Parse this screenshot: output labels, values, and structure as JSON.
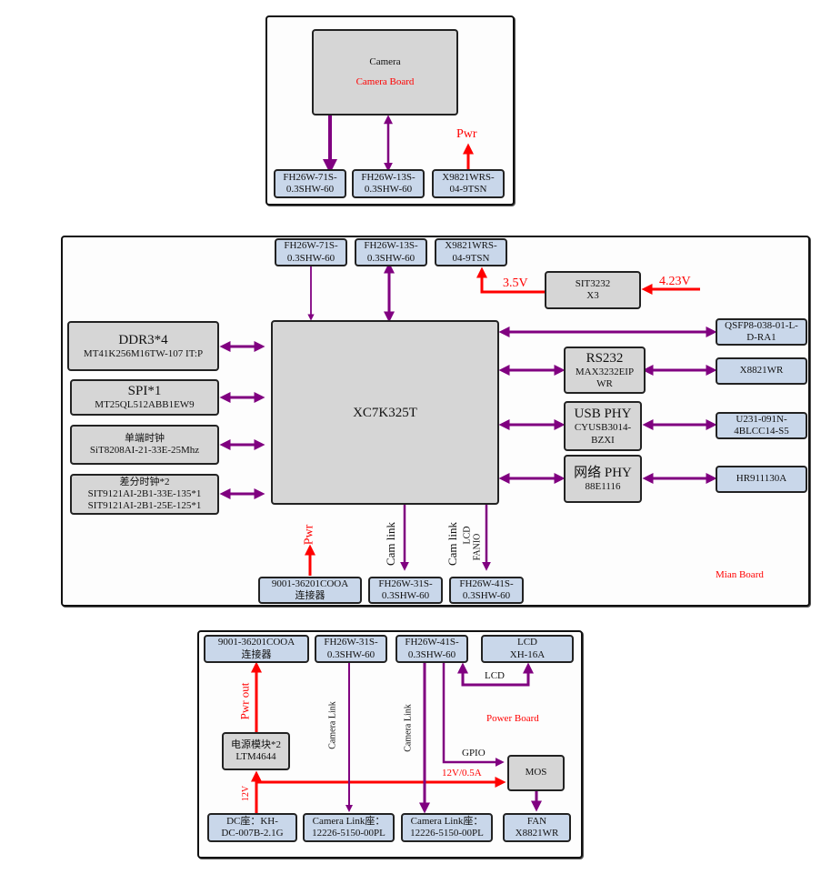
{
  "camera_board": {
    "title": "Camera",
    "board_label": "Camera Board",
    "connectors": [
      {
        "line1": "FH26W-71S-",
        "line2": "0.3SHW-60"
      },
      {
        "line1": "FH26W-13S-",
        "line2": "0.3SHW-60"
      },
      {
        "line1": "X9821WRS-",
        "line2": "04-9TSN"
      }
    ],
    "pwr_label": "Pwr"
  },
  "main_board": {
    "board_label": "Mian Board",
    "fpga": "XC7K325T",
    "top_connectors": [
      {
        "line1": "FH26W-71S-",
        "line2": "0.3SHW-60"
      },
      {
        "line1": "FH26W-13S-",
        "line2": "0.3SHW-60"
      },
      {
        "line1": "X9821WRS-",
        "line2": "04-9TSN"
      }
    ],
    "regulator": {
      "line1": "SIT3232",
      "line2": "X3"
    },
    "voltage_out": "3.5V",
    "voltage_in": "4.23V",
    "left_blocks": [
      {
        "title": "DDR3*4",
        "lines": [
          "MT41K256M16TW-107 IT:P"
        ]
      },
      {
        "title": "SPI*1",
        "lines": [
          "MT25QL512ABB1EW9"
        ]
      },
      {
        "title": "单端时钟",
        "lines": [
          "SiT8208AI-21-33E-25Mhz"
        ]
      },
      {
        "title": "差分时钟*2",
        "lines": [
          "SIT9121AI-2B1-33E-135*1",
          "SIT9121AI-2B1-25E-125*1"
        ]
      }
    ],
    "right_phys": [
      {
        "title": "RS232",
        "lines": [
          "MAX3232EIP",
          "WR"
        ]
      },
      {
        "title": "USB PHY",
        "lines": [
          "CYUSB3014-",
          "BZXI"
        ]
      },
      {
        "title": "网络 PHY",
        "lines": [
          "88E1116"
        ]
      }
    ],
    "right_connectors": [
      {
        "line1": "QSFP8-038-01-L-",
        "line2": "D-RA1"
      },
      {
        "line1": "X8821WR",
        "line2": ""
      },
      {
        "line1": "U231-091N-",
        "line2": "4BLCC14-S5"
      },
      {
        "line1": "HR911130A",
        "line2": ""
      }
    ],
    "bottom_connectors": [
      {
        "line1": "9001-36201COOA",
        "line2": "连接器"
      },
      {
        "line1": "FH26W-31S-",
        "line2": "0.3SHW-60"
      },
      {
        "line1": "FH26W-41S-",
        "line2": "0.3SHW-60"
      }
    ],
    "pwr_label": "Pwr",
    "cam_link_label_1": "Cam link",
    "cam_link_label_2": "Cam link",
    "lcd_label": "LCD",
    "fanio_label": "FANIO"
  },
  "power_board": {
    "board_label": "Power Board",
    "top_connectors": [
      {
        "line1": "9001-36201COOA",
        "line2": "连接器"
      },
      {
        "line1": "FH26W-31S-",
        "line2": "0.3SHW-60"
      },
      {
        "line1": "FH26W-41S-",
        "line2": "0.3SHW-60"
      },
      {
        "line1": "LCD",
        "line2": "XH-16A"
      }
    ],
    "power_module": {
      "line1": "电源模块*2",
      "line2": "LTM4644"
    },
    "mos": "MOS",
    "bottom_connectors": [
      {
        "line1": "DC座：KH-",
        "line2": "DC-007B-2.1G"
      },
      {
        "line1": "Camera Link座：",
        "line2": "12226-5150-00PL"
      },
      {
        "line1": "Camera Link座：",
        "line2": "12226-5150-00PL"
      },
      {
        "line1": "FAN",
        "line2": "X8821WR"
      }
    ],
    "pwr_out_label": "Pwr out",
    "v12_label": "12V",
    "camera_link_label_1": "Camera Link",
    "camera_link_label_2": "Camera Link",
    "lcd_label": "LCD",
    "gpio_label": "GPIO",
    "fan_power_label": "12V/0.5A"
  },
  "colors": {
    "signal": "#800080",
    "power": "#ff0000",
    "chip_fill": "#d6d6d6",
    "connector_fill": "#c9d7ea"
  }
}
